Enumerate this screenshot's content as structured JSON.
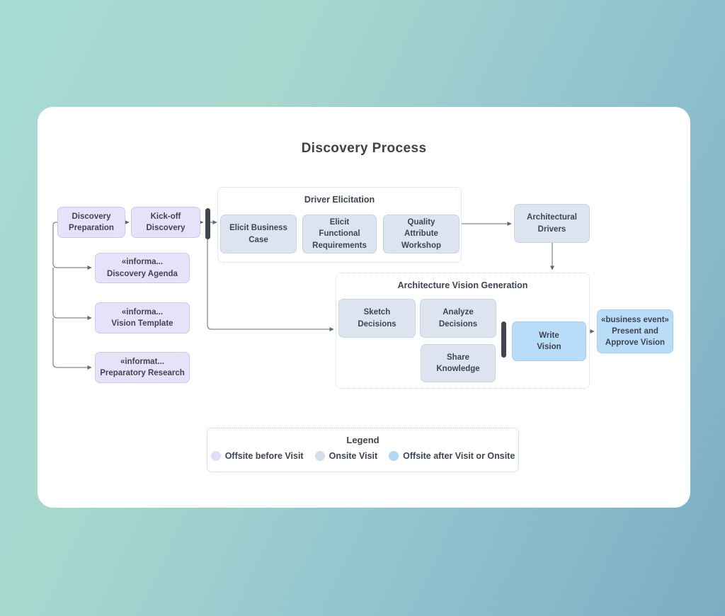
{
  "title": "Discovery Process",
  "colors": {
    "background_teal": "#a6dad3",
    "background_steel_blue": "#7dacc4",
    "card": "#ffffff",
    "offsite_before_visit": "#e7e2f9",
    "onsite_visit": "#dde4f0",
    "offsite_after_visit_or_onsite": "#b9dcf9",
    "text": "#3e4552",
    "connector": "#7f8a96",
    "fork_bar": "#40454f"
  },
  "nodes": {
    "discovery_preparation": "Discovery\nPreparation",
    "kickoff_discovery": "Kick-off\nDiscovery",
    "discovery_agenda": "«informa...\nDiscovery Agenda",
    "vision_template": "«informa...\nVision Template",
    "preparatory_research": "«informat...\nPreparatory Research",
    "elicit_business_case": "Elicit Business\nCase",
    "elicit_functional_requirements": "Elicit\nFunctional\nRequirements",
    "quality_attribute_workshop": "Quality\nAttribute\nWorkshop",
    "architectural_drivers": "Architectural\nDrivers",
    "sketch_decisions": "Sketch\nDecisions",
    "analyze_decisions": "Analyze\nDecisions",
    "share_knowledge": "Share\nKnowledge",
    "write_vision": "Write\nVision",
    "present_and_approve_vision": "«business event»\nPresent and\nApprove Vision"
  },
  "groups": {
    "driver_elicitation": "Driver Elicitation",
    "architecture_vision_generation": "Architecture Vision Generation"
  },
  "legend": {
    "title": "Legend",
    "items": [
      {
        "label": "Offsite before Visit",
        "color": "#e7e2f9"
      },
      {
        "label": "Onsite Visit",
        "color": "#dde4f0"
      },
      {
        "label": "Offsite after Visit or Onsite",
        "color": "#b9dcf9"
      }
    ]
  }
}
